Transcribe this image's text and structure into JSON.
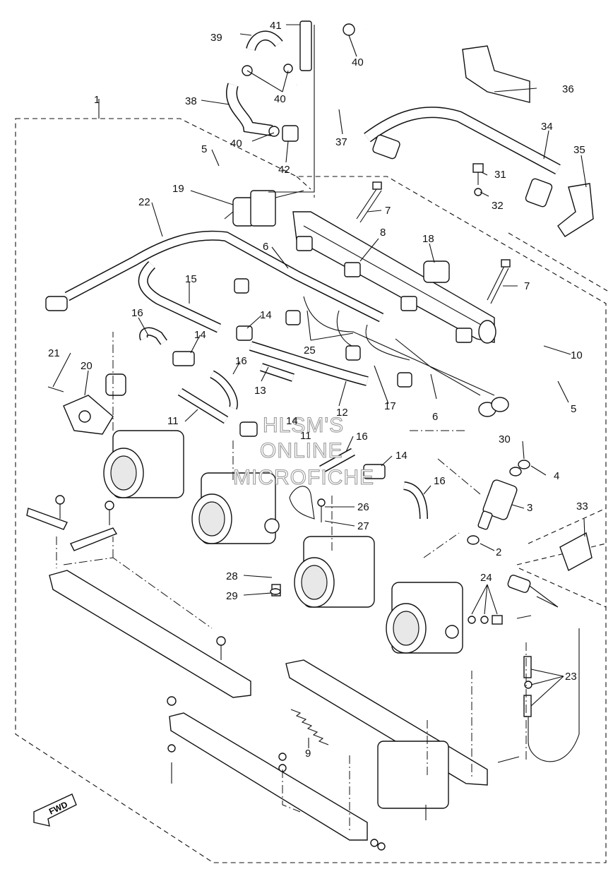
{
  "diagram": {
    "watermark_lines": [
      "HLSM'S",
      "ONLINE",
      "MICROFICHE"
    ],
    "fwd_label": "FWD",
    "callouts": [
      "1",
      "2",
      "3",
      "4",
      "5",
      "5",
      "6",
      "6",
      "7",
      "7",
      "8",
      "9",
      "10",
      "11",
      "11",
      "12",
      "13",
      "14",
      "14",
      "14",
      "14",
      "15",
      "16",
      "16",
      "16",
      "16",
      "17",
      "18",
      "19",
      "20",
      "21",
      "22",
      "23",
      "24",
      "25",
      "26",
      "27",
      "28",
      "29",
      "30",
      "31",
      "32",
      "33",
      "34",
      "35",
      "36",
      "37",
      "38",
      "39",
      "40",
      "40",
      "40",
      "41",
      "42"
    ]
  }
}
